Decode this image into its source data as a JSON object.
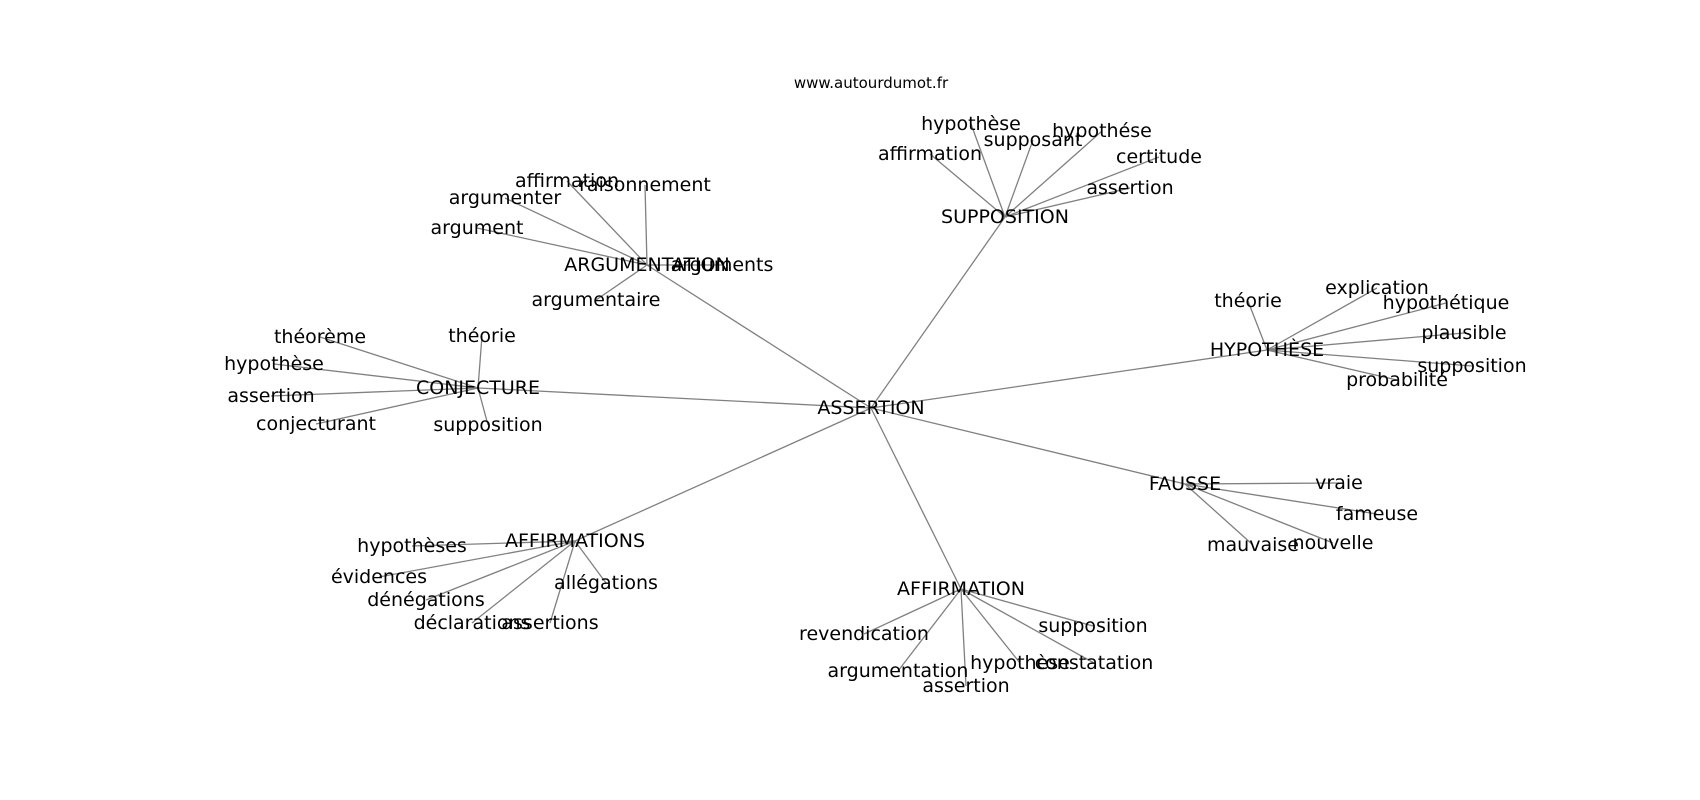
{
  "source_text": "www.autourdumot.fr",
  "center": "ASSERTION",
  "clusters": [
    {
      "name": "SUPPOSITION",
      "words": [
        "hypothèse",
        "supposant",
        "hypothése",
        "affirmation",
        "certitude",
        "assertion"
      ]
    },
    {
      "name": "ARGUMENTATION",
      "words": [
        "affirmation",
        "raisonnement",
        "argumenter",
        "argument",
        "arguments",
        "argumentaire"
      ]
    },
    {
      "name": "CONJECTURE",
      "words": [
        "théorème",
        "théorie",
        "hypothèse",
        "assertion",
        "conjecturant",
        "supposition"
      ]
    },
    {
      "name": "HYPOTHÈSE",
      "words": [
        "théorie",
        "explication",
        "hypothétique",
        "plausible",
        "supposition",
        "probabilité"
      ]
    },
    {
      "name": "FAUSSE",
      "words": [
        "vraie",
        "fameuse",
        "nouvelle",
        "mauvaise"
      ]
    },
    {
      "name": "AFFIRMATIONS",
      "words": [
        "hypothèses",
        "évidences",
        "dénégations",
        "déclarations",
        "assertions",
        "allégations"
      ]
    },
    {
      "name": "AFFIRMATION",
      "words": [
        "revendication",
        "supposition",
        "argumentation",
        "hypothèse",
        "constatation",
        "assertion"
      ]
    }
  ]
}
